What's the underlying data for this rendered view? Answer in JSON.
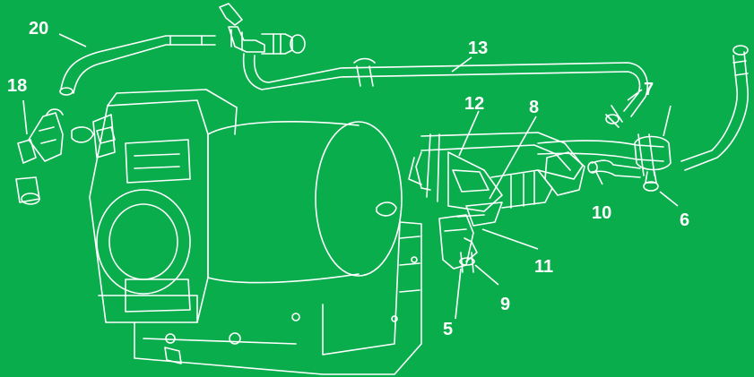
{
  "diagram": {
    "background_color": "#0aad4c",
    "line_color": "#ffffff",
    "callouts": [
      {
        "id": "c20",
        "text": "20"
      },
      {
        "id": "c18",
        "text": "18"
      },
      {
        "id": "c13",
        "text": "13"
      },
      {
        "id": "c7",
        "text": "7"
      },
      {
        "id": "c12",
        "text": "12"
      },
      {
        "id": "c8",
        "text": "8"
      },
      {
        "id": "c10",
        "text": "10"
      },
      {
        "id": "c6",
        "text": "6"
      },
      {
        "id": "c11",
        "text": "11"
      },
      {
        "id": "c9",
        "text": "9"
      },
      {
        "id": "c5",
        "text": "5"
      }
    ]
  }
}
